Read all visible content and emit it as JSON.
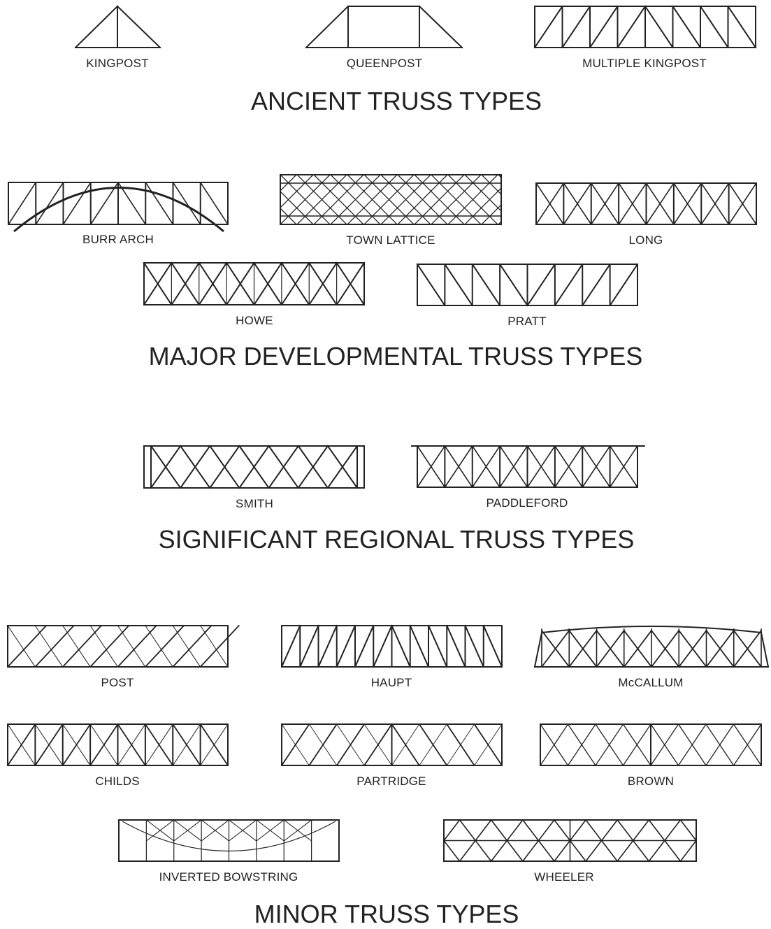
{
  "ancient": {
    "title": "ANCIENT TRUSS TYPES",
    "kingpost": "KINGPOST",
    "queenpost": "QUEENPOST",
    "multiple_kingpost": "MULTIPLE KINGPOST"
  },
  "major": {
    "title": "MAJOR DEVELOPMENTAL TRUSS TYPES",
    "burr_arch": "BURR ARCH",
    "town_lattice": "TOWN LATTICE",
    "long": "LONG",
    "howe": "HOWE",
    "pratt": "PRATT"
  },
  "regional": {
    "title": "SIGNIFICANT REGIONAL TRUSS TYPES",
    "smith": "SMITH",
    "paddleford": "PADDLEFORD"
  },
  "minor": {
    "title": "MINOR TRUSS TYPES",
    "post": "POST",
    "haupt": "HAUPT",
    "mccallum": "McCALLUM",
    "childs": "CHILDS",
    "partridge": "PARTRIDGE",
    "brown": "BROWN",
    "inverted_bowstring": "INVERTED BOWSTRING",
    "wheeler": "WHEELER"
  },
  "colors": {
    "line": "#222222",
    "background": "#ffffff"
  }
}
